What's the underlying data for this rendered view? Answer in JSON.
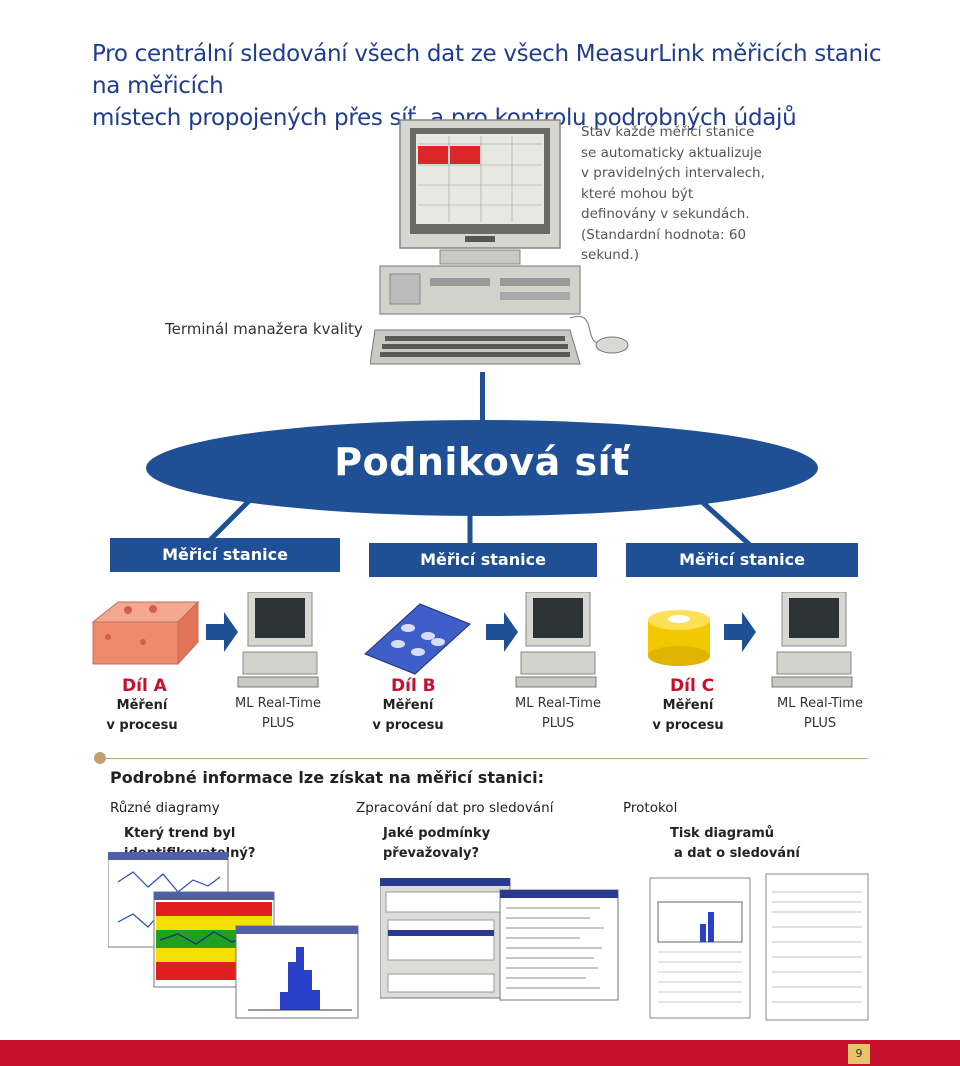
{
  "headline": {
    "line1": "Pro centrální sledování všech dat ze všech MeasurLink měřicích stanic na měřicích",
    "line2": "místech propojených přes síť, a pro kontrolu podrobných údajů"
  },
  "status_note": {
    "lines": [
      "Stav každé měřicí stanice",
      "se automaticky aktualizuje",
      "v pravidelných intervalech,",
      "které mohou být",
      "definovány v sekundách.",
      "(Standardní hodnota: 60",
      "sekund.)"
    ]
  },
  "terminal_label": "Terminál manažera kvality",
  "network_title": "Podniková síť",
  "stations": [
    {
      "label": "Měřicí stanice",
      "part": "Díl A",
      "measure_line1": "Měření",
      "measure_line2": "v procesu",
      "software_line1": "ML Real-Time",
      "software_line2": "PLUS"
    },
    {
      "label": "Měřicí stanice",
      "part": "Díl B",
      "measure_line1": "Měření",
      "measure_line2": "v procesu",
      "software_line1": "ML Real-Time",
      "software_line2": "PLUS"
    },
    {
      "label": "Měřicí stanice",
      "part": "Díl C",
      "measure_line1": "Měření",
      "measure_line2": "v procesu",
      "software_line1": "ML Real-Time",
      "software_line2": "PLUS"
    }
  ],
  "details": {
    "title": "Podrobné informace lze získat na měřicí stanici:",
    "columns": [
      {
        "title": "Různé diagramy",
        "question_line1": "Který trend byl identifikovatelný?",
        "question_line2": ""
      },
      {
        "title": "Zpracování dat pro sledování",
        "question_line1": "Jaké podmínky",
        "question_line2": "převažovaly?"
      },
      {
        "title": "Protokol",
        "question_line1": "Tisk diagramů",
        "question_line2": "a dat o sledování"
      }
    ]
  },
  "page_number": "9",
  "colors": {
    "brand_blue": "#1f4f95",
    "accent_red": "#c8102e",
    "gold": "#c0a070"
  }
}
